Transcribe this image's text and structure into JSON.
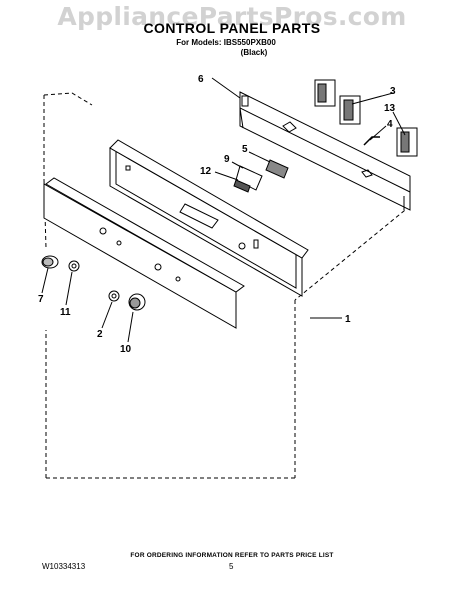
{
  "watermark": "AppliancePartsPros.com",
  "header": {
    "title": "CONTROL PANEL PARTS",
    "models_line": "For Models: IBS550PXB00",
    "color_line": "(Black)"
  },
  "callouts": [
    "6",
    "3",
    "13",
    "4",
    "5",
    "9",
    "12",
    "7",
    "11",
    "2",
    "10",
    "1"
  ],
  "footer": {
    "order_note": "FOR ORDERING INFORMATION REFER TO PARTS PRICE LIST",
    "doc_number": "W10334313",
    "page_number": "5"
  }
}
